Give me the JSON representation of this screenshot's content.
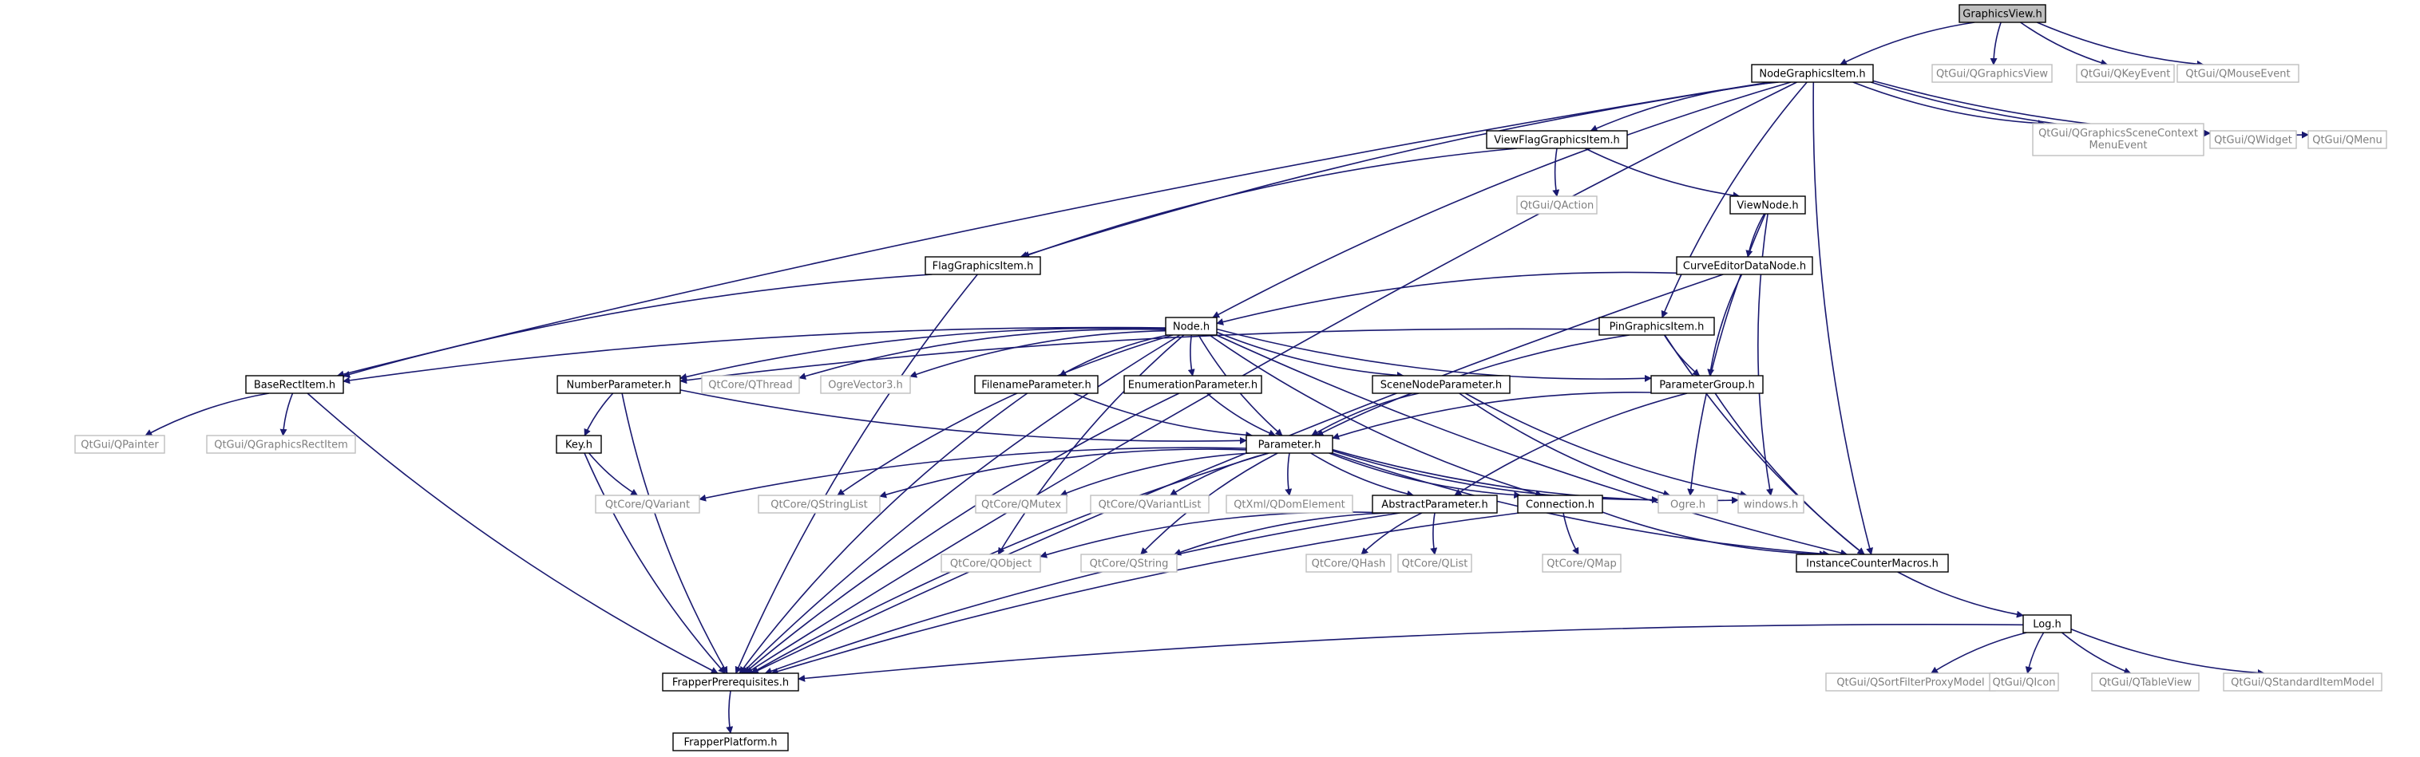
{
  "nodes": [
    {
      "id": "graphicsview",
      "label": "GraphicsView.h",
      "kind": "root"
    },
    {
      "id": "nodegraphicsitem",
      "label": "NodeGraphicsItem.h",
      "kind": "doc"
    },
    {
      "id": "qgraphicsview",
      "label": "QtGui/QGraphicsView",
      "kind": "ext"
    },
    {
      "id": "qkeyevent",
      "label": "QtGui/QKeyEvent",
      "kind": "ext"
    },
    {
      "id": "qmouseevent",
      "label": "QtGui/QMouseEvent",
      "kind": "ext"
    },
    {
      "id": "viewflaggraphicsitem",
      "label": "ViewFlagGraphicsItem.h",
      "kind": "doc"
    },
    {
      "id": "qgraphicsscenecontextmenuevent",
      "label": "QtGui/QGraphicsSceneContext MenuEvent",
      "kind": "ext"
    },
    {
      "id": "qwidget",
      "label": "QtGui/QWidget",
      "kind": "ext"
    },
    {
      "id": "qmenu",
      "label": "QtGui/QMenu",
      "kind": "ext"
    },
    {
      "id": "qaction",
      "label": "QtGui/QAction",
      "kind": "ext"
    },
    {
      "id": "viewnode",
      "label": "ViewNode.h",
      "kind": "doc"
    },
    {
      "id": "flaggraphicsitem",
      "label": "FlagGraphicsItem.h",
      "kind": "doc"
    },
    {
      "id": "curveeditordatanode",
      "label": "CurveEditorDataNode.h",
      "kind": "doc"
    },
    {
      "id": "nodeh",
      "label": "Node.h",
      "kind": "doc"
    },
    {
      "id": "pingraphicsitem",
      "label": "PinGraphicsItem.h",
      "kind": "doc"
    },
    {
      "id": "baserectitem",
      "label": "BaseRectItem.h",
      "kind": "doc"
    },
    {
      "id": "qthread",
      "label": "QtCore/QThread",
      "kind": "ext"
    },
    {
      "id": "ogrevector3",
      "label": "OgreVector3.h",
      "kind": "ext"
    },
    {
      "id": "numberparameter",
      "label": "NumberParameter.h",
      "kind": "doc"
    },
    {
      "id": "filenameparameter",
      "label": "FilenameParameter.h",
      "kind": "doc"
    },
    {
      "id": "enumerationparameter",
      "label": "EnumerationParameter.h",
      "kind": "doc"
    },
    {
      "id": "scenenodeparameter",
      "label": "SceneNodeParameter.h",
      "kind": "doc"
    },
    {
      "id": "parametergroup",
      "label": "ParameterGroup.h",
      "kind": "doc"
    },
    {
      "id": "qpainter",
      "label": "QtGui/QPainter",
      "kind": "ext"
    },
    {
      "id": "qgraphicsrectitem",
      "label": "QtGui/QGraphicsRectItem",
      "kind": "ext"
    },
    {
      "id": "keyh",
      "label": "Key.h",
      "kind": "doc"
    },
    {
      "id": "parameterh",
      "label": "Parameter.h",
      "kind": "doc"
    },
    {
      "id": "qvariant",
      "label": "QtCore/QVariant",
      "kind": "ext"
    },
    {
      "id": "qstringlist",
      "label": "QtCore/QStringList",
      "kind": "ext"
    },
    {
      "id": "qmutex",
      "label": "QtCore/QMutex",
      "kind": "ext"
    },
    {
      "id": "qvariantlist",
      "label": "QtCore/QVariantList",
      "kind": "ext"
    },
    {
      "id": "qdomelement",
      "label": "QtXml/QDomElement",
      "kind": "ext"
    },
    {
      "id": "abstractparameter",
      "label": "AbstractParameter.h",
      "kind": "doc"
    },
    {
      "id": "connection",
      "label": "Connection.h",
      "kind": "doc"
    },
    {
      "id": "ogreh",
      "label": "Ogre.h",
      "kind": "ext"
    },
    {
      "id": "windowsh",
      "label": "windows.h",
      "kind": "ext"
    },
    {
      "id": "qobject",
      "label": "QtCore/QObject",
      "kind": "ext"
    },
    {
      "id": "qstring",
      "label": "QtCore/QString",
      "kind": "ext"
    },
    {
      "id": "qhash",
      "label": "QtCore/QHash",
      "kind": "ext"
    },
    {
      "id": "qlist",
      "label": "QtCore/QList",
      "kind": "ext"
    },
    {
      "id": "qmap",
      "label": "QtCore/QMap",
      "kind": "ext"
    },
    {
      "id": "instancecountermacros",
      "label": "InstanceCounterMacros.h",
      "kind": "doc"
    },
    {
      "id": "logh",
      "label": "Log.h",
      "kind": "doc"
    },
    {
      "id": "frapperprerequisites",
      "label": "FrapperPrerequisites.h",
      "kind": "doc"
    },
    {
      "id": "qsortfilterproxymodel",
      "label": "QtGui/QSortFilterProxyModel",
      "kind": "ext"
    },
    {
      "id": "qicon",
      "label": "QtGui/QIcon",
      "kind": "ext"
    },
    {
      "id": "qtableview",
      "label": "QtGui/QTableView",
      "kind": "ext"
    },
    {
      "id": "qstandarditemmodel",
      "label": "QtGui/QStandardItemModel",
      "kind": "ext"
    },
    {
      "id": "frapperplatform",
      "label": "FrapperPlatform.h",
      "kind": "doc"
    }
  ],
  "edges": [
    [
      "graphicsview",
      "nodegraphicsitem"
    ],
    [
      "graphicsview",
      "qgraphicsview"
    ],
    [
      "graphicsview",
      "qkeyevent"
    ],
    [
      "graphicsview",
      "qmouseevent"
    ],
    [
      "nodegraphicsitem",
      "viewflaggraphicsitem"
    ],
    [
      "nodegraphicsitem",
      "qgraphicsscenecontextmenuevent"
    ],
    [
      "nodegraphicsitem",
      "qwidget"
    ],
    [
      "nodegraphicsitem",
      "qmenu"
    ],
    [
      "nodegraphicsitem",
      "flaggraphicsitem"
    ],
    [
      "nodegraphicsitem",
      "nodeh"
    ],
    [
      "nodegraphicsitem",
      "pingraphicsitem"
    ],
    [
      "nodegraphicsitem",
      "baserectitem"
    ],
    [
      "nodegraphicsitem",
      "instancecountermacros"
    ],
    [
      "nodegraphicsitem",
      "frapperprerequisites"
    ],
    [
      "viewflaggraphicsitem",
      "qaction"
    ],
    [
      "viewflaggraphicsitem",
      "viewnode"
    ],
    [
      "viewflaggraphicsitem",
      "flaggraphicsitem"
    ],
    [
      "viewnode",
      "curveeditordatanode"
    ],
    [
      "viewnode",
      "ogreh"
    ],
    [
      "viewnode",
      "windowsh"
    ],
    [
      "flaggraphicsitem",
      "baserectitem"
    ],
    [
      "flaggraphicsitem",
      "frapperprerequisites"
    ],
    [
      "curveeditordatanode",
      "nodeh"
    ],
    [
      "curveeditordatanode",
      "parametergroup"
    ],
    [
      "curveeditordatanode",
      "frapperprerequisites"
    ],
    [
      "nodeh",
      "baserectitem"
    ],
    [
      "nodeh",
      "qthread"
    ],
    [
      "nodeh",
      "ogrevector3"
    ],
    [
      "nodeh",
      "numberparameter"
    ],
    [
      "nodeh",
      "filenameparameter"
    ],
    [
      "nodeh",
      "enumerationparameter"
    ],
    [
      "nodeh",
      "scenenodeparameter"
    ],
    [
      "nodeh",
      "parametergroup"
    ],
    [
      "nodeh",
      "parameterh"
    ],
    [
      "nodeh",
      "qstringlist"
    ],
    [
      "nodeh",
      "connection"
    ],
    [
      "nodeh",
      "instancecountermacros"
    ],
    [
      "nodeh",
      "qobject"
    ],
    [
      "nodeh",
      "frapperprerequisites"
    ],
    [
      "pingraphicsitem",
      "parametergroup"
    ],
    [
      "pingraphicsitem",
      "parameterh"
    ],
    [
      "pingraphicsitem",
      "instancecountermacros"
    ],
    [
      "pingraphicsitem",
      "numberparameter"
    ],
    [
      "baserectitem",
      "qpainter"
    ],
    [
      "baserectitem",
      "qgraphicsrectitem"
    ],
    [
      "baserectitem",
      "frapperprerequisites"
    ],
    [
      "numberparameter",
      "keyh"
    ],
    [
      "numberparameter",
      "parameterh"
    ],
    [
      "numberparameter",
      "frapperprerequisites"
    ],
    [
      "filenameparameter",
      "parameterh"
    ],
    [
      "filenameparameter",
      "frapperprerequisites"
    ],
    [
      "enumerationparameter",
      "parameterh"
    ],
    [
      "enumerationparameter",
      "frapperprerequisites"
    ],
    [
      "scenenodeparameter",
      "parameterh"
    ],
    [
      "scenenodeparameter",
      "ogreh"
    ],
    [
      "scenenodeparameter",
      "windowsh"
    ],
    [
      "parametergroup",
      "parameterh"
    ],
    [
      "parametergroup",
      "abstractparameter"
    ],
    [
      "parametergroup",
      "instancecountermacros"
    ],
    [
      "keyh",
      "qvariant"
    ],
    [
      "keyh",
      "frapperprerequisites"
    ],
    [
      "parameterh",
      "qvariant"
    ],
    [
      "parameterh",
      "qstringlist"
    ],
    [
      "parameterh",
      "qmutex"
    ],
    [
      "parameterh",
      "qvariantlist"
    ],
    [
      "parameterh",
      "qdomelement"
    ],
    [
      "parameterh",
      "abstractparameter"
    ],
    [
      "parameterh",
      "connection"
    ],
    [
      "parameterh",
      "ogreh"
    ],
    [
      "parameterh",
      "windowsh"
    ],
    [
      "parameterh",
      "instancecountermacros"
    ],
    [
      "parameterh",
      "qstring"
    ],
    [
      "parameterh",
      "frapperprerequisites"
    ],
    [
      "abstractparameter",
      "qobject"
    ],
    [
      "abstractparameter",
      "qstring"
    ],
    [
      "abstractparameter",
      "qhash"
    ],
    [
      "abstractparameter",
      "qlist"
    ],
    [
      "abstractparameter",
      "frapperprerequisites"
    ],
    [
      "connection",
      "qmap"
    ],
    [
      "connection",
      "instancecountermacros"
    ],
    [
      "connection",
      "frapperprerequisites"
    ],
    [
      "instancecountermacros",
      "logh"
    ],
    [
      "logh",
      "frapperprerequisites"
    ],
    [
      "logh",
      "qsortfilterproxymodel"
    ],
    [
      "logh",
      "qicon"
    ],
    [
      "logh",
      "qtableview"
    ],
    [
      "logh",
      "qstandarditemmodel"
    ],
    [
      "frapperprerequisites",
      "frapperplatform"
    ]
  ]
}
